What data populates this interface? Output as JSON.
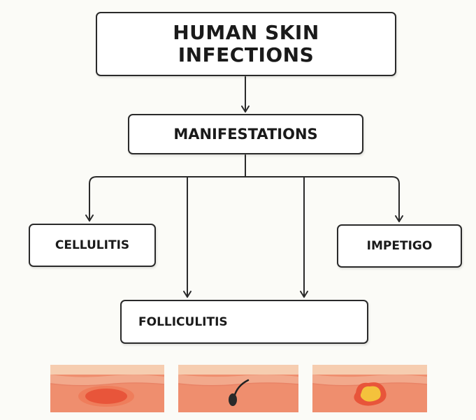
{
  "diagram": {
    "title_line1": "HUMAN SKIN",
    "title_line2": "INFECTIONS",
    "manifestations": "MANIFESTATIONS",
    "cellulitis": "CELLULITIS",
    "impetigo": "IMPETIGO",
    "folliculitis": "FOLLICULITIS"
  },
  "colors": {
    "background": "#fbfbf7",
    "line": "#2a2a2a",
    "skin_top": "#f6cdb0",
    "skin_upper": "#f2a98c",
    "skin_deep": "#ef8e6e",
    "lesion_red": "#e8553a",
    "pustule_yellow": "#f4c23c",
    "hair": "#222222"
  },
  "icons": {
    "skin_panel_1": "cellulitis-skin-cross-section-illustration",
    "skin_panel_2": "folliculitis-hair-follicle-illustration",
    "skin_panel_3": "impetigo-pustule-illustration"
  }
}
